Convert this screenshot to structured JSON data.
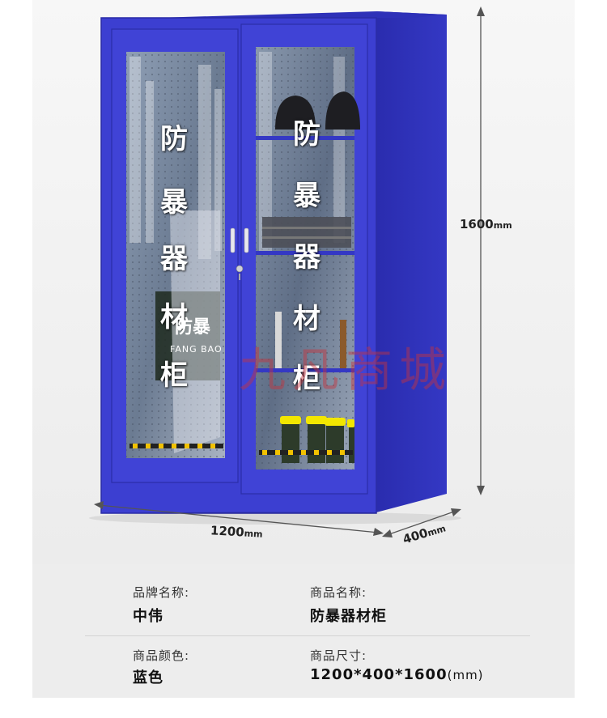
{
  "product_image": {
    "dimension_height": {
      "value": "1600",
      "unit": "mm"
    },
    "dimension_width": {
      "value": "1200",
      "unit": "mm"
    },
    "dimension_depth": {
      "value": "400",
      "unit": "mm"
    },
    "left_door_label": [
      "防",
      "暴",
      "器",
      "材",
      "柜"
    ],
    "right_door_label": [
      "防",
      "暴",
      "器",
      "材",
      "柜"
    ],
    "board_text": {
      "line1": "防暴",
      "line2": "FANG BAO"
    },
    "watermark": "九凡商城",
    "cabinet_color": "#3c3fd1"
  },
  "specs": {
    "brand_label": "品牌名称:",
    "brand_value": "中伟",
    "product_name_label": "商品名称:",
    "product_name_value": "防暴器材柜",
    "color_label": "商品颜色:",
    "color_value": "蓝色",
    "size_label": "商品尺寸:",
    "size_value": "1200*400*1600",
    "size_unit": "(mm)"
  }
}
